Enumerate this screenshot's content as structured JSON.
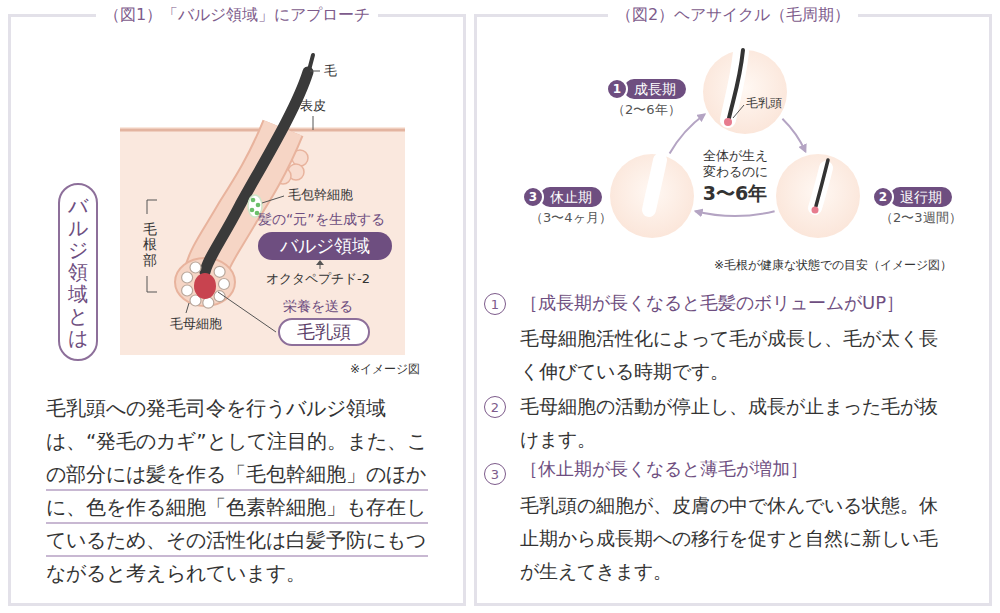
{
  "diagram": {
    "nodes": [
      {
        "text": [
          "（図1）「バルジ領域」にアプローチ"
        ]
      },
      {
        "text": [
          "バルジ領域とは"
        ],
        "in": 0
      },
      {
        "text": [
          "髪の“元”を生成する",
          "バルジ領域"
        ],
        "in": 0
      },
      {
        "text": [
          "栄養を送る",
          "毛乳頭"
        ],
        "in": 0
      },
      {
        "text": [
          "（図2）ヘアサイクル（毛周期）"
        ]
      },
      {
        "text": [
          "1",
          "成長期",
          "（2〜6年）",
          "毛乳頭"
        ],
        "in": 4
      },
      {
        "text": [
          "2",
          "退行期",
          "（2〜3週間）"
        ],
        "in": 4
      },
      {
        "text": [
          "3",
          "休止期",
          "（3〜4ヶ月）"
        ],
        "in": 4
      },
      {
        "text": [
          "1"
        ],
        "in": 4
      },
      {
        "text": [
          "2"
        ],
        "in": 4
      },
      {
        "text": [
          "3"
        ],
        "in": 4
      }
    ],
    "edges": [
      {
        "from": 5,
        "to": 6,
        "arrow": "to"
      },
      {
        "from": 6,
        "to": 7,
        "arrow": "to"
      },
      {
        "from": 7,
        "to": 5,
        "arrow": "to"
      }
    ],
    "labels": [
      "毛",
      "表皮",
      "毛包幹細胞",
      "オクタペプチド-2",
      "毛根部",
      "毛母細胞",
      "※イメージ図",
      "毛乳頭への発毛司令を行うバルジ領域は、“発毛のカギ”として注目的。また、この部分には髪を作る「毛包幹細胞」のほかに、色を作る細胞「色素幹細胞」も存在しているため、その活性化は白髪予防にもつながると考えられています。",
      "全体が生え 変わるのに",
      "3〜6年",
      "※毛根が健康な状態での目安（イメージ図）",
      "［成長期が長くなると毛髪のボリュームがUP］",
      "毛母細胞活性化によって毛が成長し、毛が太く長く伸びている時期です。",
      "毛母細胞の活動が停止し、成長が止まった毛が抜けます。",
      "［休止期が長くなると薄毛が増加］",
      "毛乳頭の細胞が、皮膚の中で休んでいる状態。休止期から成長期への移行を促すと自然に新しい毛が生えてきます。"
    ]
  }
}
